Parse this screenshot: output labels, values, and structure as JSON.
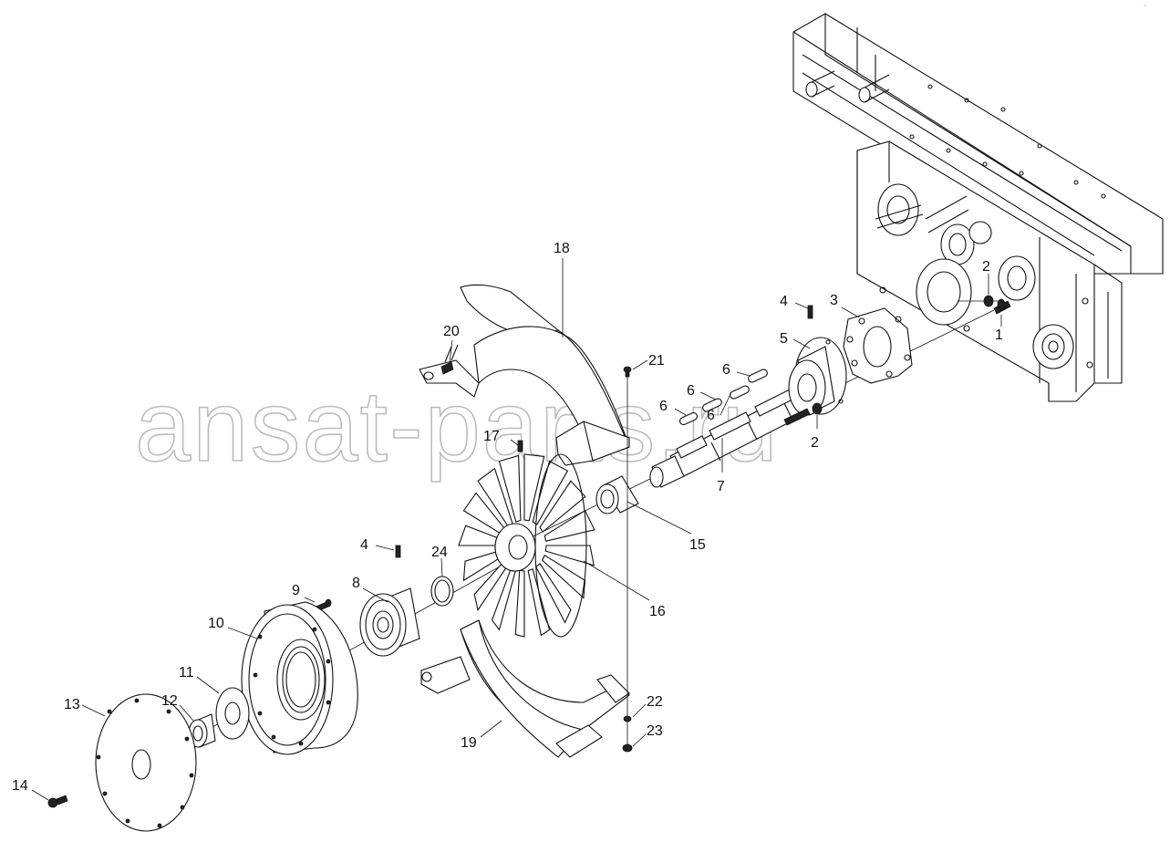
{
  "watermark": "ansat-parts.ru",
  "corner_mark": "~",
  "callouts": [
    "1",
    "2",
    "2",
    "3",
    "4",
    "4",
    "5",
    "6",
    "6",
    "6",
    "6",
    "7",
    "8",
    "9",
    "10",
    "11",
    "12",
    "13",
    "14",
    "15",
    "16",
    "17",
    "18",
    "19",
    "20",
    "21",
    "22",
    "23",
    "24"
  ]
}
